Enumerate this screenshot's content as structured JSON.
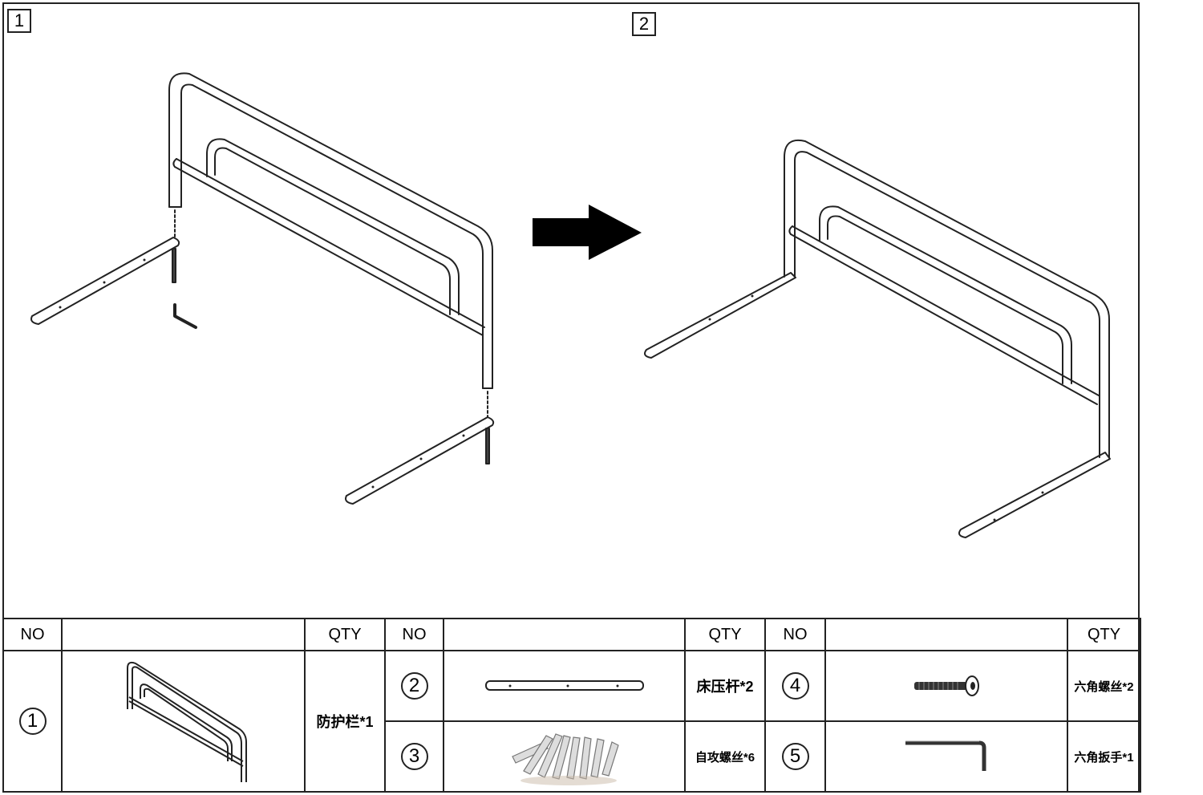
{
  "steps": [
    {
      "label": "1"
    },
    {
      "label": "2"
    }
  ],
  "table": {
    "headers": [
      "NO",
      "",
      "QTY",
      "NO",
      "",
      "QTY",
      "NO",
      "",
      "QTY"
    ],
    "parts": [
      {
        "no": "1",
        "name_qty": "防护栏*1",
        "icon": "bed-rail-icon"
      },
      {
        "no": "2",
        "name_qty": "床压杆*2",
        "icon": "flat-bar-icon"
      },
      {
        "no": "3",
        "name_qty": "自攻螺丝*6",
        "icon": "screws-pile-icon"
      },
      {
        "no": "4",
        "name_qty": "六角螺丝*2",
        "icon": "hex-bolt-icon"
      },
      {
        "no": "5",
        "name_qty": "六角扳手*1",
        "icon": "allen-key-icon"
      }
    ]
  },
  "colors": {
    "line": "#222222",
    "arrow": "#000000"
  }
}
